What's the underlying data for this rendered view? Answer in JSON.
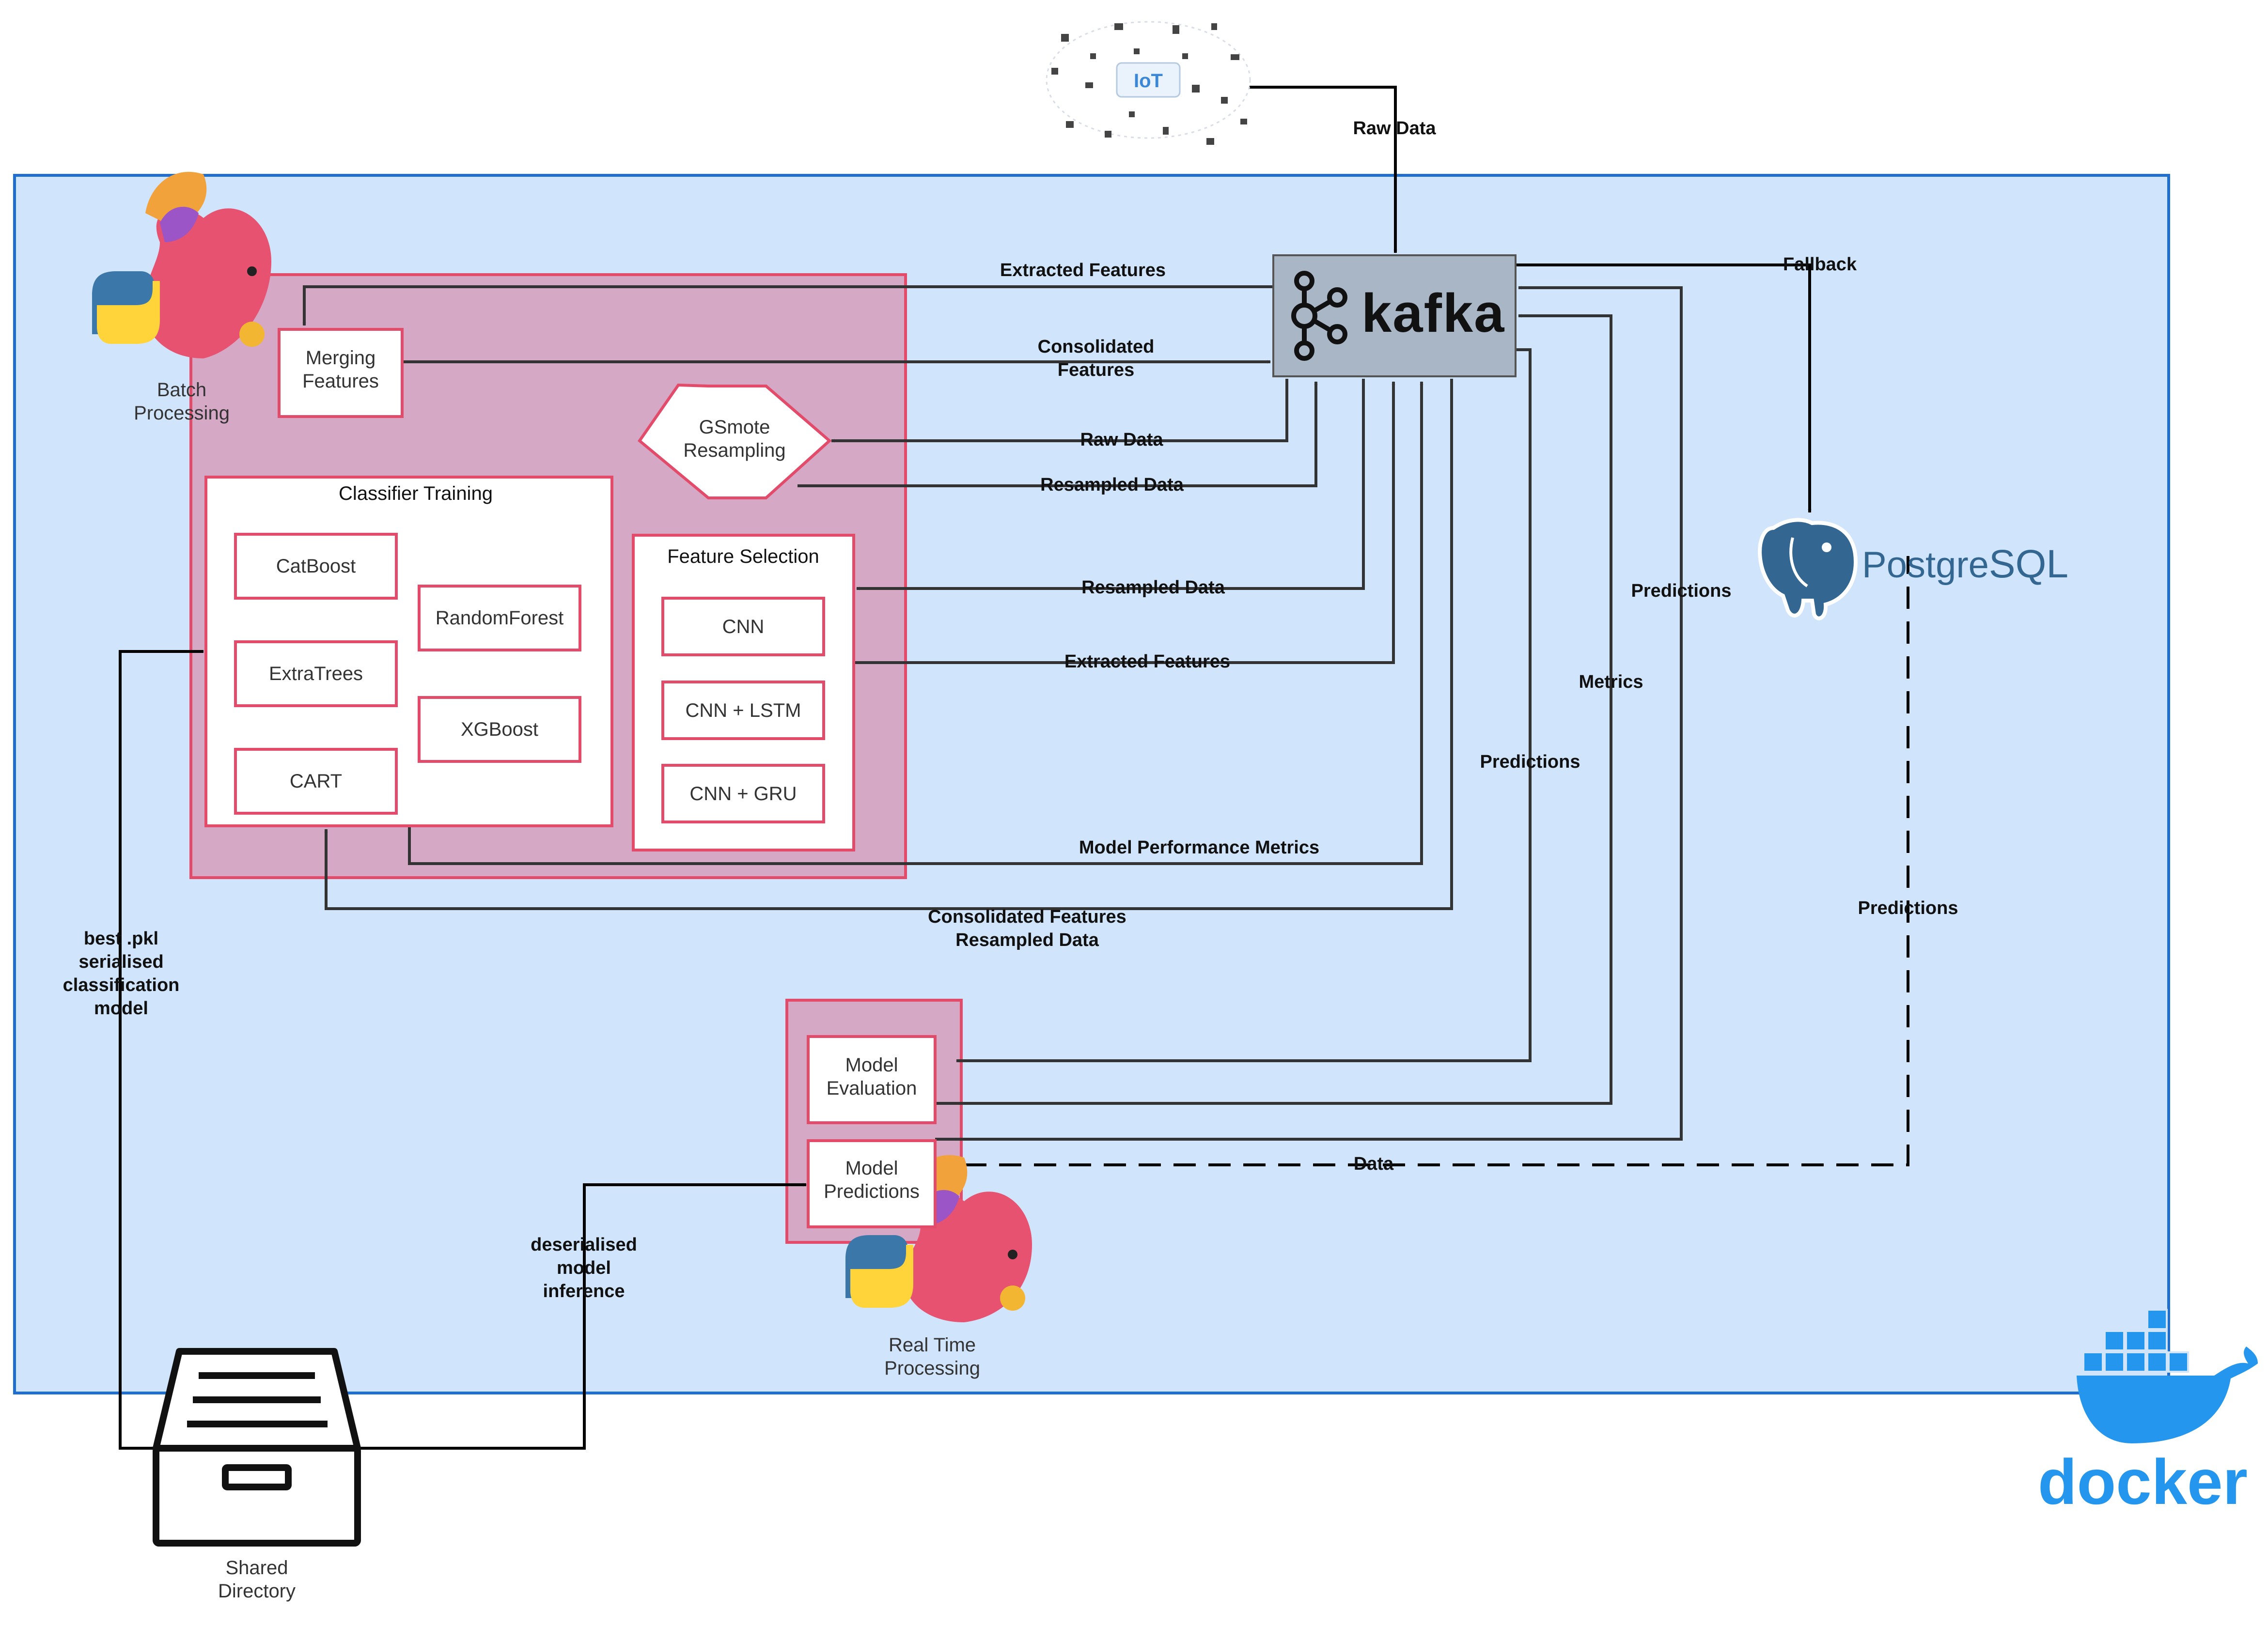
{
  "colors": {
    "docker_bg": "#d0e4fc",
    "docker_border": "#1f6fd1",
    "pink_group": "#d5a8c6",
    "pink_border": "#e34b6a",
    "kafka_box": "#a9b6c6",
    "edge": "#333333",
    "docker_blue": "#2496ed",
    "postgres_blue": "#336791",
    "flink_pink": "#e6526f"
  },
  "logos": {
    "iot": "IoT",
    "kafka": "kafka",
    "postgres_a": "Postgre",
    "postgres_b": "SQL",
    "docker": "docker"
  },
  "nodes": {
    "batch_processing": [
      "Batch",
      "Processing"
    ],
    "merging_features": [
      "Merging",
      "Features"
    ],
    "gsmote": [
      "GSmote",
      "Resampling"
    ],
    "classifier_training": "Classifier Training",
    "catboost": "CatBoost",
    "randomforest": "RandomForest",
    "extratrees": "ExtraTrees",
    "xgboost": "XGBoost",
    "cart": "CART",
    "feature_selection": "Feature Selection",
    "cnn": "CNN",
    "cnn_lstm": "CNN + LSTM",
    "cnn_gru": "CNN + GRU",
    "model_evaluation": [
      "Model",
      "Evaluation"
    ],
    "model_predictions": [
      "Model",
      "Predictions"
    ],
    "real_time_processing": [
      "Real Time",
      "Processing"
    ],
    "shared_directory": [
      "Shared",
      "Directory"
    ]
  },
  "edges": {
    "raw_data_iot": "Raw Data",
    "fallback": "Fallback",
    "extracted_features_top": "Extracted Features",
    "consolidated_features": [
      "Consolidated",
      "Features"
    ],
    "raw_data_gsmote": "Raw Data",
    "resampled_data_gsmote": "Resampled Data",
    "resampled_data_fs": "Resampled Data",
    "extracted_features_fs": "Extracted Features",
    "model_performance_metrics": "Model Performance Metrics",
    "consolidated_resampled": [
      "Consolidated Features",
      "Resampled Data"
    ],
    "predictions_1": "Predictions",
    "metrics": "Metrics",
    "predictions_2": "Predictions",
    "predictions_db": "Predictions",
    "data": "Data",
    "best_pkl": [
      "best .pkl",
      "serialised",
      "classification",
      "model"
    ],
    "deserialised": [
      "deserialised",
      "model",
      "inference"
    ]
  }
}
